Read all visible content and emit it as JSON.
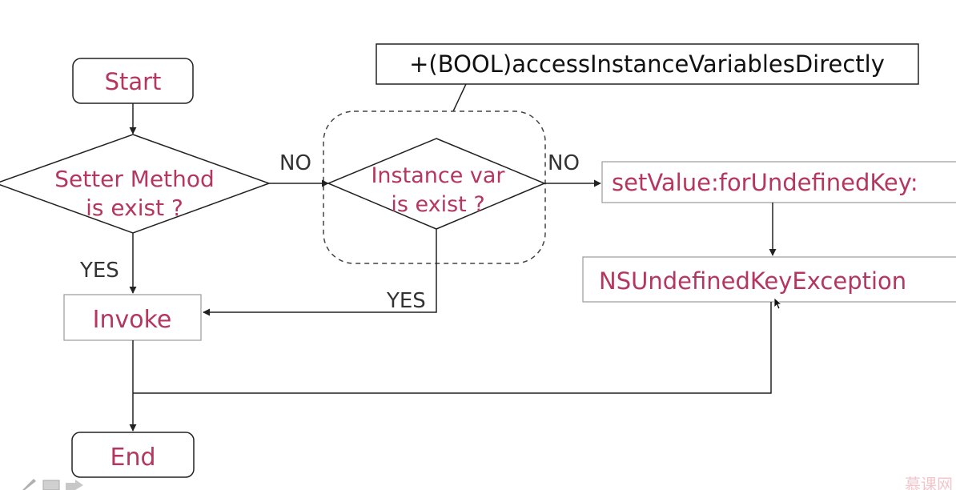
{
  "nodes": {
    "start": "Start",
    "setter_line1": "Setter Method",
    "setter_line2": "is exist ?",
    "instance_line1": "Instance var",
    "instance_line2": "is exist ?",
    "invoke": "Invoke",
    "set_value": "setValue:forUndefinedKey:",
    "exception": "NSUndefinedKeyException",
    "end": "End"
  },
  "callout": {
    "text": "+(BOOL)accessInstanceVariablesDirectly"
  },
  "edges": {
    "setter_no": "NO",
    "instance_no": "NO",
    "setter_yes": "YES",
    "instance_yes": "YES"
  },
  "watermark": "慕课网",
  "colors": {
    "node_text": "#b5365f",
    "stroke": "#222222",
    "box_border": "#9a9a9a",
    "label_text": "#333333"
  },
  "icons": [
    "pen-icon",
    "list-icon",
    "arrow-right-icon"
  ]
}
